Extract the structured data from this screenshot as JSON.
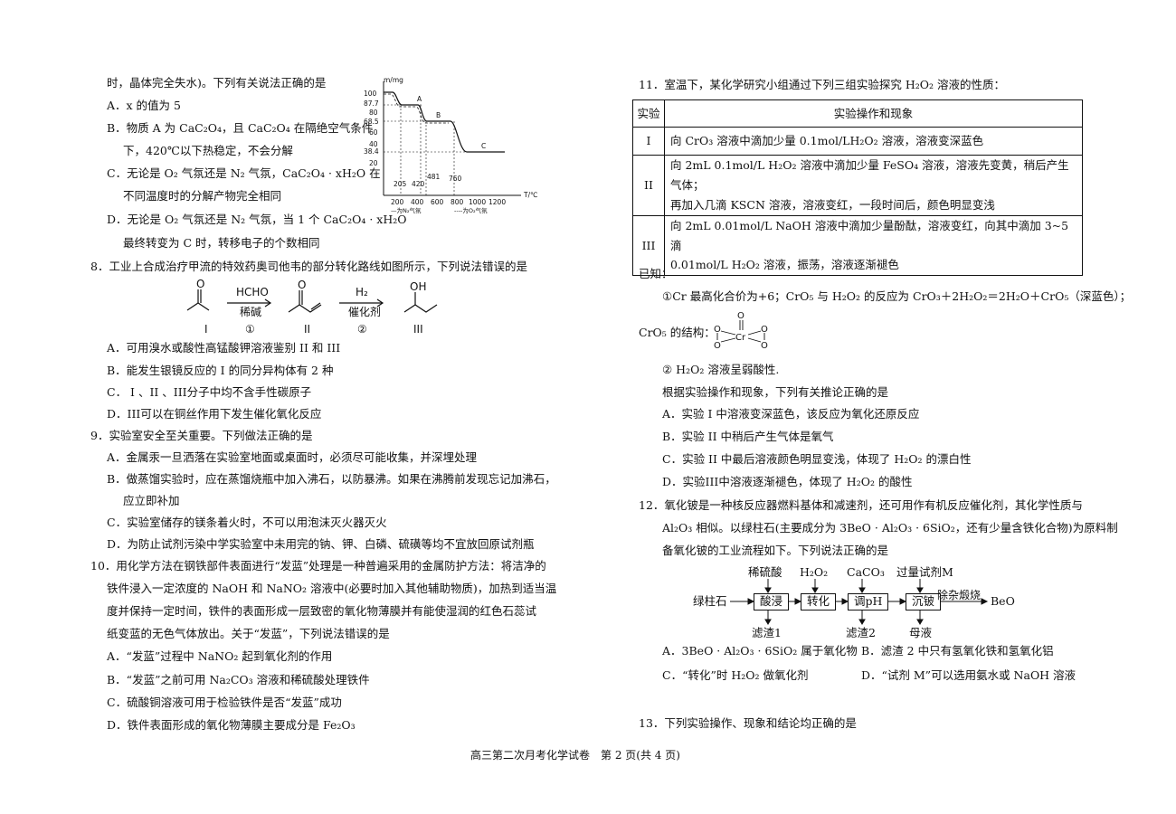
{
  "left": {
    "q7": {
      "intro": "时，晶体完全失水)。下列有关说法正确的是",
      "A": "A．x 的值为 5",
      "B1": "B．物质 A 为 CaC₂O₄，且 CaC₂O₄ 在隔绝空气条件",
      "B2": "下，420℃以下热稳定，不会分解",
      "C1": "C．无论是 O₂ 气氛还是 N₂ 气氛，CaC₂O₄ · xH₂O 在",
      "C2": "不同温度时的分解产物完全相同",
      "D1": "D．无论是 O₂ 气氛还是 N₂ 气氛，当 1 个 CaC₂O₄ · xH₂O",
      "D2": "最终转变为 C 时，转移电子的个数相同",
      "chart": {
        "ylabel": "m/mg",
        "xlabel": "T/℃",
        "yticks": [
          "100",
          "87.7",
          "80",
          "68.5",
          "60",
          "40",
          "38.4",
          "20"
        ],
        "xticks": [
          "200",
          "400",
          "600",
          "800",
          "1000",
          "1200"
        ],
        "marks": [
          "205",
          "420",
          "481",
          "760"
        ],
        "points": [
          "A",
          "B",
          "C"
        ],
        "legend_n2": "—为N₂气氛",
        "legend_o2": "----为O₂气氛"
      }
    },
    "q8": {
      "stem": "8．工业上合成治疗甲流的特效药奥司他韦的部分转化路线如图所示，下列说法错误的是",
      "r1_top": "HCHO",
      "r1_bot": "稀碱",
      "r1_num": "①",
      "r2_top": "H₂",
      "r2_bot": "催化剂",
      "r2_num": "②",
      "m1": "I",
      "m2": "II",
      "m3": "III",
      "O": "O",
      "OH": "OH",
      "A": "A．可用溴水或酸性高锰酸钾溶液鉴别 II 和 III",
      "B": "B．能发生银镜反应的 I 的同分异构体有 2 种",
      "C": "C． I 、II 、III分子中均不含手性碳原子",
      "D": "D．III可以在铜丝作用下发生催化氧化反应"
    },
    "q9": {
      "stem": "9．实验室安全至关重要。下列做法正确的是",
      "A": "A．金属汞一旦洒落在实验室地面或桌面时，必须尽可能收集，并深埋处理",
      "B1": "B．做蒸馏实验时，应在蒸馏烧瓶中加入沸石，以防暴沸。如果在沸腾前发现忘记加沸石，",
      "B2": "应立即补加",
      "C": "C．实验室储存的镁条着火时，不可以用泡沫灭火器灭火",
      "D": "D．为防止试剂污染中学实验室中未用完的钠、钾、白磷、硫磺等均不宜放回原试剂瓶"
    },
    "q10": {
      "l1": "10．用化学方法在钢铁部件表面进行“发蓝”处理是一种普遍采用的金属防护方法：将洁净的",
      "l2": "铁件浸入一定浓度的 NaOH 和 NaNO₂ 溶液中(必要时加入其他辅助物质)，加热到适当温",
      "l3": "度并保持一定时间，铁件的表面形成一层致密的氧化物薄膜并有能使湿润的红色石蕊试",
      "l4": "纸变蓝的无色气体放出。关于“发蓝”，下列说法错误的是",
      "A": "A．“发蓝”过程中 NaNO₂ 起到氧化剂的作用",
      "B": "B．“发蓝”之前可用 Na₂CO₃ 溶液和稀硫酸处理铁件",
      "C": "C．硫酸铜溶液可用于检验铁件是否“发蓝”成功",
      "D": "D．铁件表面形成的氧化物薄膜主要成分是 Fe₂O₃"
    }
  },
  "right": {
    "q11": {
      "stem": "11．室温下，某化学研究小组通过下列三组实验探究 H₂O₂ 溶液的性质：",
      "h1": "实验",
      "h2": "实验操作和现象",
      "r1n": "I",
      "r1": "向 CrO₃ 溶液中滴加少量 0.1mol/LH₂O₂ 溶液，溶液变深蓝色",
      "r2n": "II",
      "r2a": "向 2mL 0.1mol/L H₂O₂ 溶液中滴加少量 FeSO₄ 溶液，溶液先变黄，稍后产生气体；",
      "r2b": "再加入几滴 KSCN 溶液，溶液变红，一段时间后，颜色明显变浅",
      "r3n": "III",
      "r3a": "向 2mL 0.01mol/L NaOH 溶液中滴加少量酚酞，溶液变红，向其中滴加 3~5 滴",
      "r3b": "0.01mol/L H₂O₂ 溶液，振荡，溶液逐渐褪色",
      "known": "已知：",
      "k1": "①Cr 最高化合价为+6；CrO₅ 与 H₂O₂ 的反应为 CrO₃＋2H₂O₂＝2H₂O＋CrO₅（深蓝色）；",
      "k2": "CrO₅ 的结构：",
      "k3": "② H₂O₂ 溶液呈弱酸性.",
      "ask": "根据实验操作和现象，下列有关推论正确的是",
      "A": "A．实验 I 中溶液变深蓝色，该反应为氧化还原反应",
      "B": "B．实验 II 中稍后产生气体是氧气",
      "C": "C．实验 II 中最后溶液颜色明显变浅，体现了 H₂O₂ 的漂白性",
      "D": "D．实验III中溶液逐渐褪色，体现了 H₂O₂ 的酸性",
      "cr": "Cr",
      "o": "O"
    },
    "q12": {
      "l1": "12．氧化铍是一种核反应器燃料基体和减速剂，还可用作有机反应催化剂，其化学性质与",
      "l2": "Al₂O₃ 相似。以绿柱石(主要成分为 3BeO · Al₂O₃ · 6SiO₂，还有少量含铁化合物)为原料制",
      "l3": "备氧化铍的工业流程如下。下列说法正确的是",
      "flow": {
        "src": "绿柱石",
        "b1": "酸浸",
        "b2": "转化",
        "b3": "调pH",
        "b4": "沉铍",
        "in1": "稀硫酸",
        "in2": "H₂O₂",
        "in3": "CaCO₃",
        "in4": "过量试剂M",
        "out1": "滤渣1",
        "out3": "滤渣2",
        "out4": "母液",
        "last": "除杂煅烧",
        "prod": "BeO"
      },
      "A": "A．3BeO · Al₂O₃ · 6SiO₂ 属于氧化物",
      "B": "B．滤渣 2 中只有氢氧化铁和氢氧化铝",
      "C": "C．“转化”时 H₂O₂ 做氧化剂",
      "D": "D．“试剂 M”可以选用氨水或 NaOH 溶液"
    },
    "q13": {
      "stem": "13．下列实验操作、现象和结论均正确的是"
    }
  },
  "footer": "高三第二次月考化学试卷　第 2 页(共 4 页)"
}
